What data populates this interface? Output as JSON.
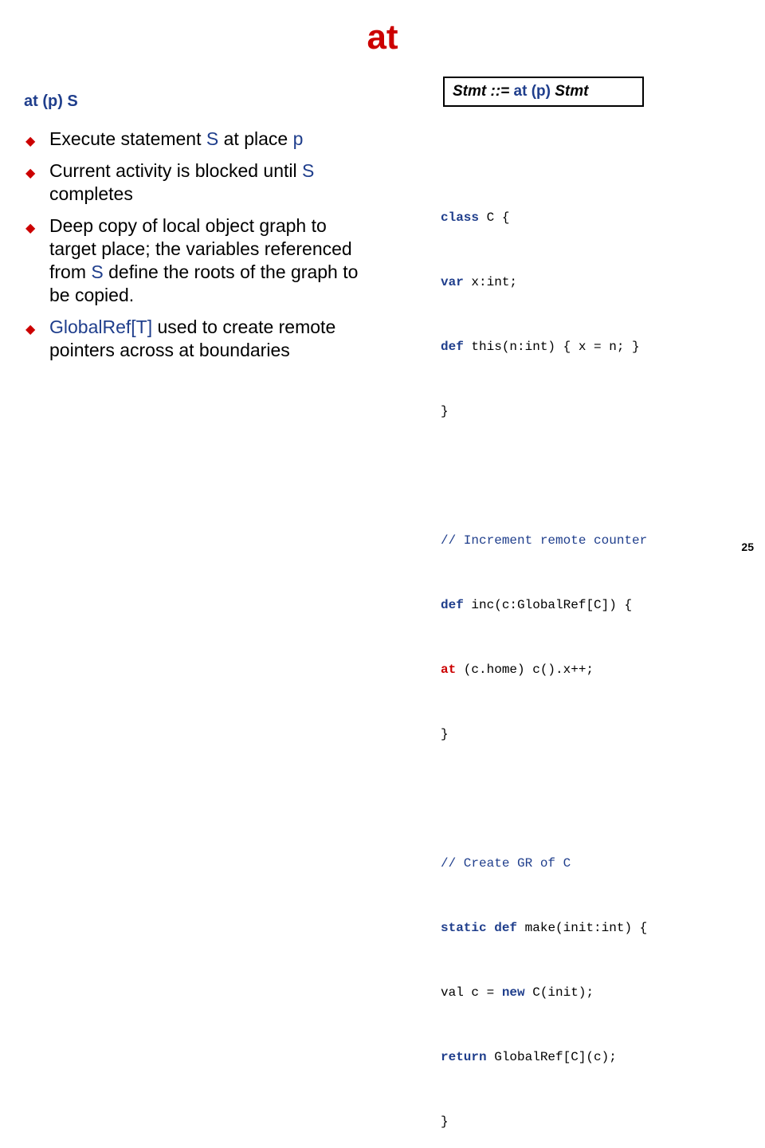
{
  "title": "at",
  "syntax": {
    "lhs": "Stmt ::=",
    "middle": "at (p)",
    "rhs": "Stmt"
  },
  "heading": "at (p) S",
  "bullets": [
    {
      "parts": [
        "Execute statement ",
        "S",
        " at place ",
        "p"
      ]
    },
    {
      "parts": [
        "Current activity is blocked until ",
        "S",
        " completes"
      ]
    },
    {
      "parts": [
        "Deep copy of local object graph to target place; the variables referenced from ",
        "S",
        " define the roots of the graph to be copied."
      ]
    },
    {
      "parts": [
        "GlobalRef[T]",
        " used to create remote pointers across at boundaries"
      ]
    }
  ],
  "code": {
    "l1_kw": "class",
    "l1_rest": " C {",
    "l2_kw": "var",
    "l2_rest": " x:int;",
    "l3_kw": "def",
    "l3_rest": " this(n:int) { x = n; }",
    "l4": "}",
    "l6_comment": "// Increment remote counter",
    "l7_kw": "def",
    "l7_rest": " inc(c:GlobalRef[C]) {",
    "l8_at": "at",
    "l8_rest": " (c.home) c().x++;",
    "l9": "}",
    "l11_comment": "// Create GR of C",
    "l12_kw1": "static",
    "l12_sp": " ",
    "l12_kw2": "def",
    "l12_rest": " make(init:int) {",
    "l13_a": "val c = ",
    "l13_kw": "new",
    "l13_b": " C(init);",
    "l14_kw": "return",
    "l14_rest": " GlobalRef[C](c);",
    "l15": "}"
  },
  "page_number": "25",
  "colors": {
    "title": "#cc0000",
    "accent": "#1f3e8c",
    "bullet": "#cc0000"
  },
  "icons": {
    "bullet": "diamond-bullet-icon"
  }
}
